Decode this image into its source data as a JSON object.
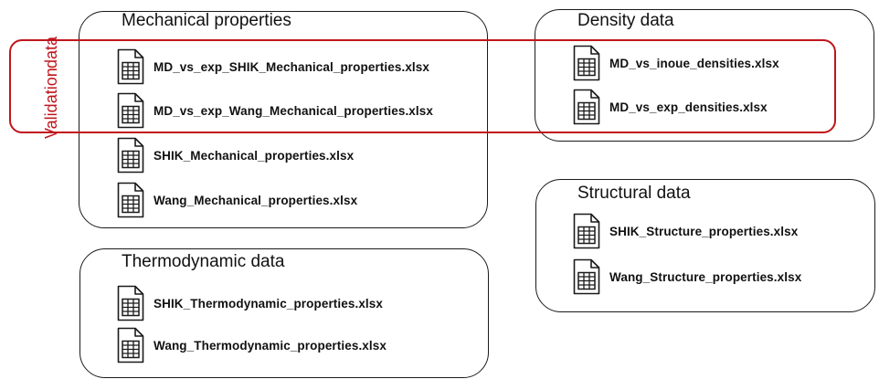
{
  "groups": {
    "mechanical": {
      "title": "Mechanical properties",
      "files": [
        "MD_vs_exp_SHIK_Mechanical_properties.xlsx",
        "MD_vs_exp_Wang_Mechanical_properties.xlsx",
        "SHIK_Mechanical_properties.xlsx",
        "Wang_Mechanical_properties.xlsx"
      ]
    },
    "density": {
      "title": "Density data",
      "files": [
        "MD_vs_inoue_densities.xlsx",
        "MD_vs_exp_densities.xlsx"
      ]
    },
    "structural": {
      "title": "Structural data",
      "files": [
        "SHIK_Structure_properties.xlsx",
        "Wang_Structure_properties.xlsx"
      ]
    },
    "thermodynamic": {
      "title": "Thermodynamic data",
      "files": [
        "SHIK_Thermodynamic_properties.xlsx",
        "Wang_Thermodynamic_properties.xlsx"
      ]
    }
  },
  "validation": {
    "label_line1": "Validation",
    "label_line2": "data",
    "color": "#c0151c"
  },
  "icons": {
    "file": "spreadsheet-file-icon"
  }
}
